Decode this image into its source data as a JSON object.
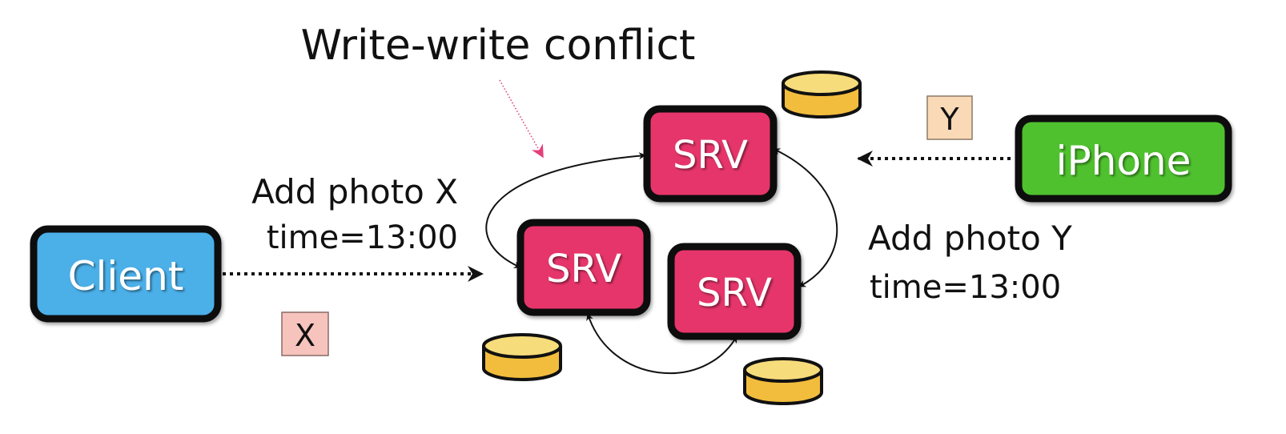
{
  "title": "Write-write conflict",
  "colors": {
    "client": "#4bafe8",
    "iphone": "#4fc12e",
    "server": "#e6356a",
    "disk_top": "#f7dc7b",
    "disk_body": "#f2bd3d",
    "photo_x_bg": "#f6c4bd",
    "photo_y_bg": "#f9d9b6",
    "annotation_arrow": "#e3407a",
    "outline": "#111111"
  },
  "client": {
    "label": "Client"
  },
  "iphone": {
    "label": "iPhone"
  },
  "servers": [
    {
      "label": "SRV"
    },
    {
      "label": "SRV"
    },
    {
      "label": "SRV"
    }
  ],
  "left_request": {
    "line1": "Add photo X",
    "line2": "time=13:00",
    "badge": "X"
  },
  "right_request": {
    "line1": "Add photo Y",
    "line2": "time=13:00",
    "badge": "Y"
  }
}
